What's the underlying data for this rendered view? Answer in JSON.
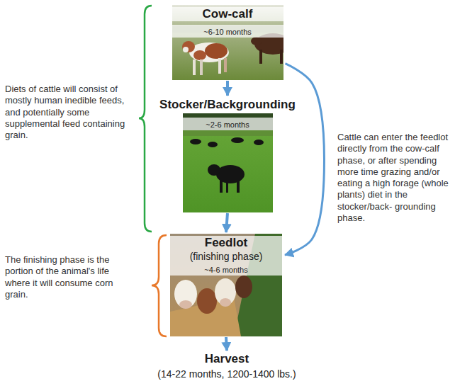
{
  "diagram": {
    "nodes": [
      {
        "text": [
          "Cow-calf",
          "~6-10 months"
        ]
      },
      {
        "text": [
          "Stocker/Backgrounding",
          "~2-6 months"
        ]
      },
      {
        "text": [
          "Feedlot",
          "(finishing phase)",
          "~4-6 months"
        ]
      },
      {
        "text": [
          "Harvest",
          "(14-22 months, 1200-1400 lbs.)"
        ]
      }
    ],
    "edges": [
      {
        "from": 0,
        "to": 1,
        "arrow": "to"
      },
      {
        "from": 1,
        "to": 2,
        "arrow": "to"
      },
      {
        "from": 2,
        "to": 3,
        "arrow": "to"
      },
      {
        "from": 0,
        "to": 2,
        "arrow": "to"
      }
    ],
    "labels": [
      "Diets of cattle will consist of mostly human inedible feeds, and potentially some supplemental feed containing grain.",
      "The finishing phase is the portion of the animal's life where it will consume corn grain.",
      "Cattle can enter the feedlot directly from the cow-calf phase, or after spending more time grazing and/or eating a high forage (whole plants) diet in the stocker/back- grounding phase."
    ]
  }
}
